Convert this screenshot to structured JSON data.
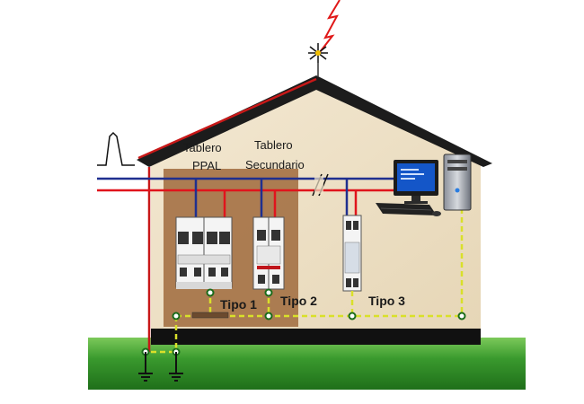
{
  "labels": {
    "tablero_ppal_line1": "Tablero",
    "tablero_ppal_line2": "PPAL",
    "tablero_sec_line1": "Tablero",
    "tablero_sec_line2": "Secundario",
    "tipo1": "Tipo 1",
    "tipo2": "Tipo 2",
    "tipo3": "Tipo 3"
  },
  "colors": {
    "wall": "#efe2c8",
    "roof": "#1c1c1c",
    "roof_edge": "#c81818",
    "panel": "#a8764b",
    "phase_line": "#e0141c",
    "neutral_line": "#1f2f8f",
    "ground_line": "#d9e02a",
    "lightning": "#e01818",
    "grass": "#3a9a2e"
  },
  "icons": {
    "lightning": "lightning-bolt-icon",
    "surge": "surge-pulse-icon",
    "computer": "desktop-computer-icon",
    "ground": "ground-symbol-icon"
  }
}
